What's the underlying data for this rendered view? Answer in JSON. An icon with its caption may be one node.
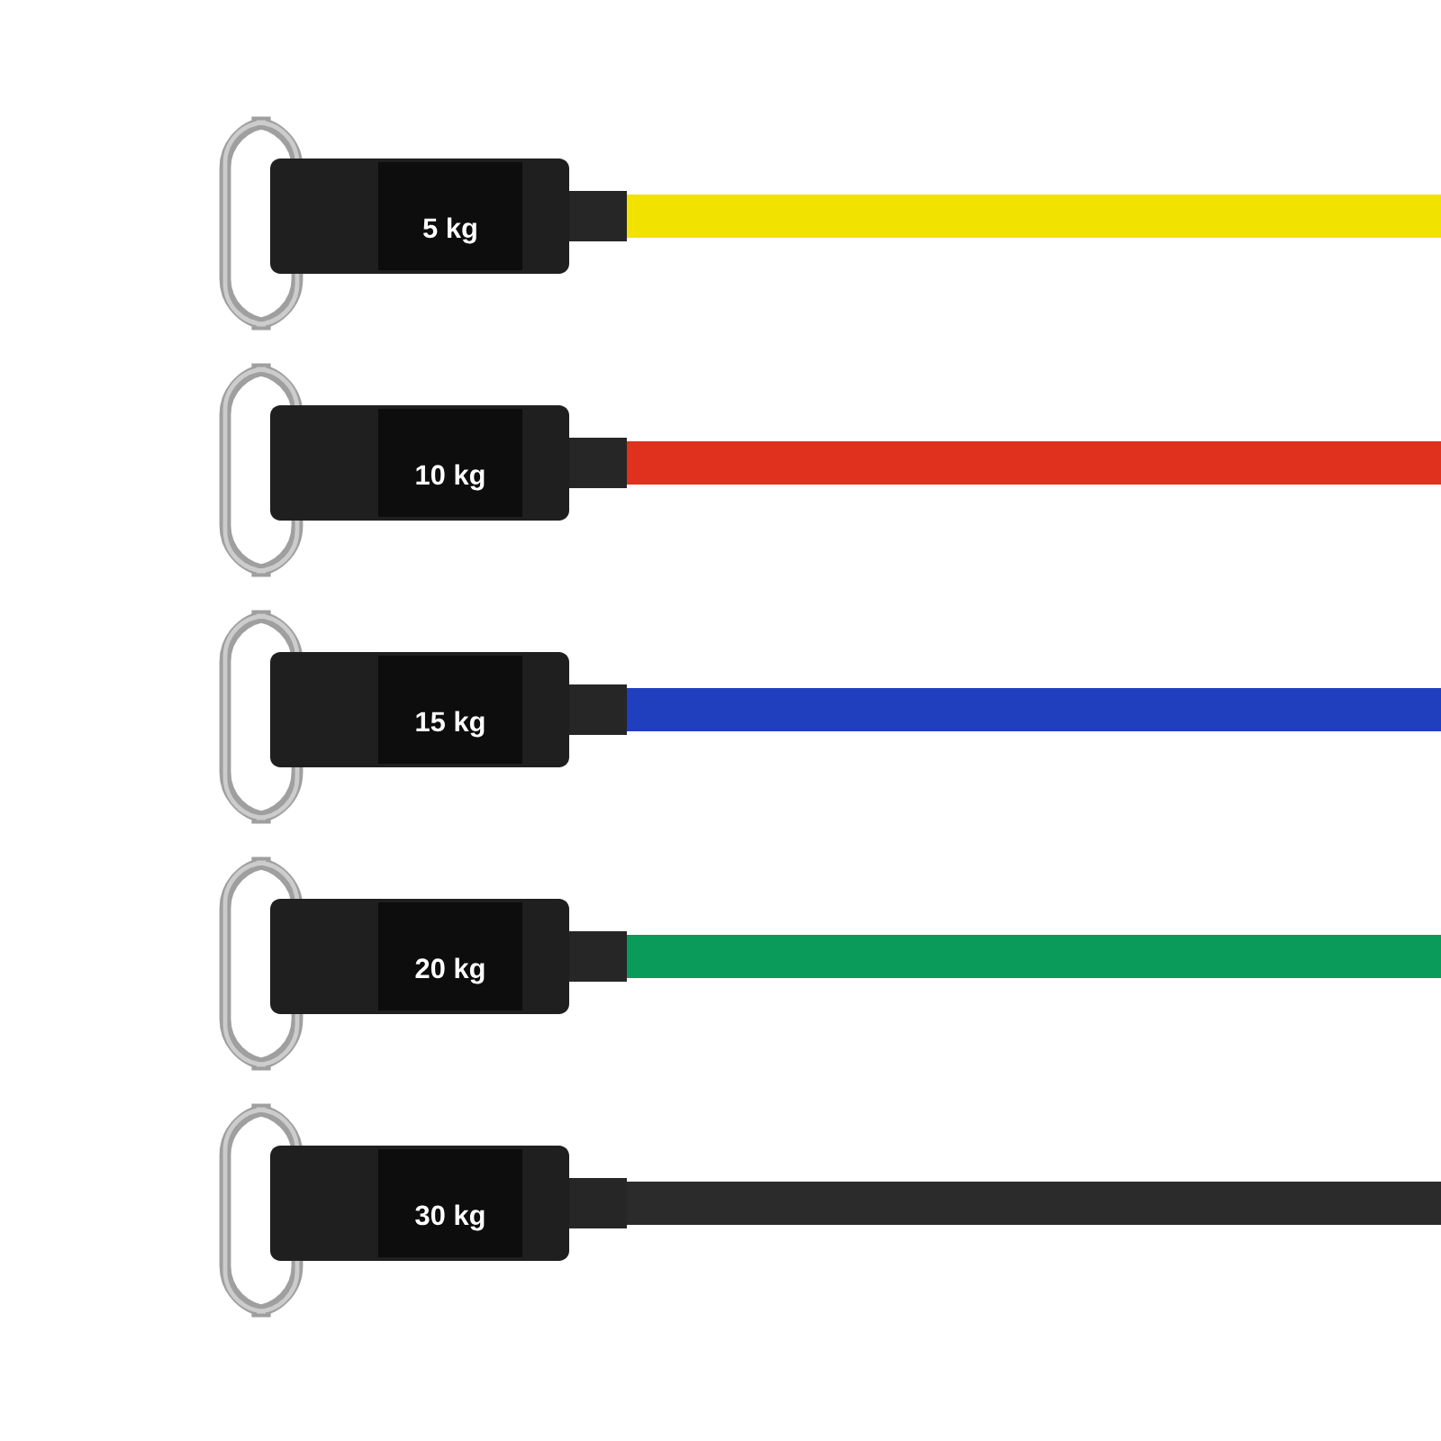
{
  "diagram": {
    "labels": [
      "5 kg",
      "10 kg",
      "15 kg",
      "20 kg",
      "30 kg"
    ]
  }
}
